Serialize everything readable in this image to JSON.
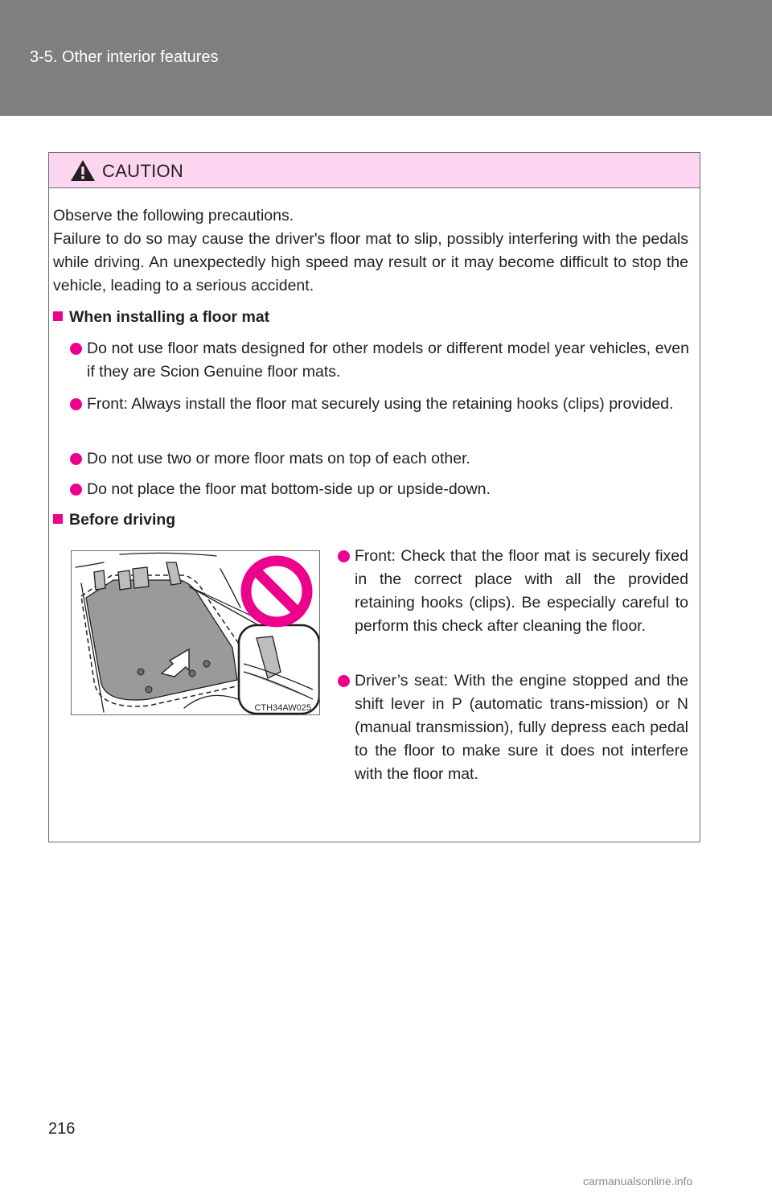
{
  "header": {
    "section": "3-5. Other interior features"
  },
  "caution": {
    "title": "CAUTION",
    "intro_line1": "Observe the following precautions.",
    "intro_para": "Failure to do so may cause the driver's floor mat to slip, possibly interfering with the pedals while driving. An unexpectedly high speed may result or it may become difficult to stop the vehicle, leading to a serious accident.",
    "sections": [
      {
        "heading": "When installing a floor mat",
        "bullets": [
          "Do not use floor mats designed for other models or different model year vehicles, even if they are Scion Genuine floor mats.",
          "Front: Always install the floor mat securely using the retaining hooks (clips) provided.",
          "Do not use two or more floor mats on top of each other.",
          "Do not place the floor mat bottom-side up or upside-down."
        ]
      },
      {
        "heading": "Before driving",
        "bullets": [
          "Front: Check that the floor mat is securely fixed in the correct place with all the provided retaining hooks (clips). Be especially careful to perform this check after cleaning the floor.",
          "Driver’s seat: With the engine stopped and the shift lever in P (automatic trans-mission) or N (manual transmission), fully depress each pedal to the floor to make sure it does not interfere with the floor mat."
        ]
      }
    ],
    "figure_code": "CTH34AW025"
  },
  "page_number": "216",
  "watermark": "carmanualsonline.info",
  "colors": {
    "header_bg": "#7f7f7f",
    "caution_bg": "#fcd6f0",
    "accent": "#ec008c"
  }
}
